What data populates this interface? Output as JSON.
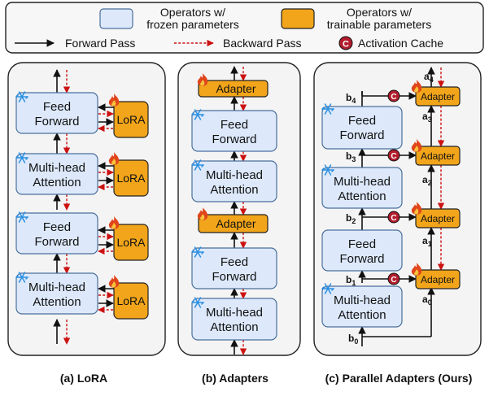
{
  "legend": {
    "frozen_line1": "Operators w/",
    "frozen_line2": "frozen parameters",
    "trainable_line1": "Operators w/",
    "trainable_line2": "trainable parameters",
    "forward": "Forward Pass",
    "backward": "Backward Pass",
    "cache": "Activation Cache",
    "cache_letter": "C"
  },
  "blocks": {
    "ff_line1": "Feed",
    "ff_line2": "Forward",
    "mha_line1": "Multi-head",
    "mha_line2": "Attention",
    "lora": "LoRA",
    "adapter": "Adapter"
  },
  "parallel_labels": {
    "b": "b",
    "a": "a",
    "subs": [
      "0",
      "1",
      "2",
      "3",
      "4"
    ]
  },
  "captions": {
    "a": "(a) LoRA",
    "b": "(b) Adapters",
    "c": "(c) Parallel Adapters (Ours)"
  },
  "colors": {
    "frozen_fill": "#dde9fb",
    "trainable_fill": "#f2a51a",
    "backward_arrow": "#cc1111",
    "cache_fill": "#b21c2c",
    "snowflake": "#2b8fe0"
  },
  "icons": [
    "snowflake-icon",
    "flame-icon",
    "activation-cache-icon"
  ]
}
